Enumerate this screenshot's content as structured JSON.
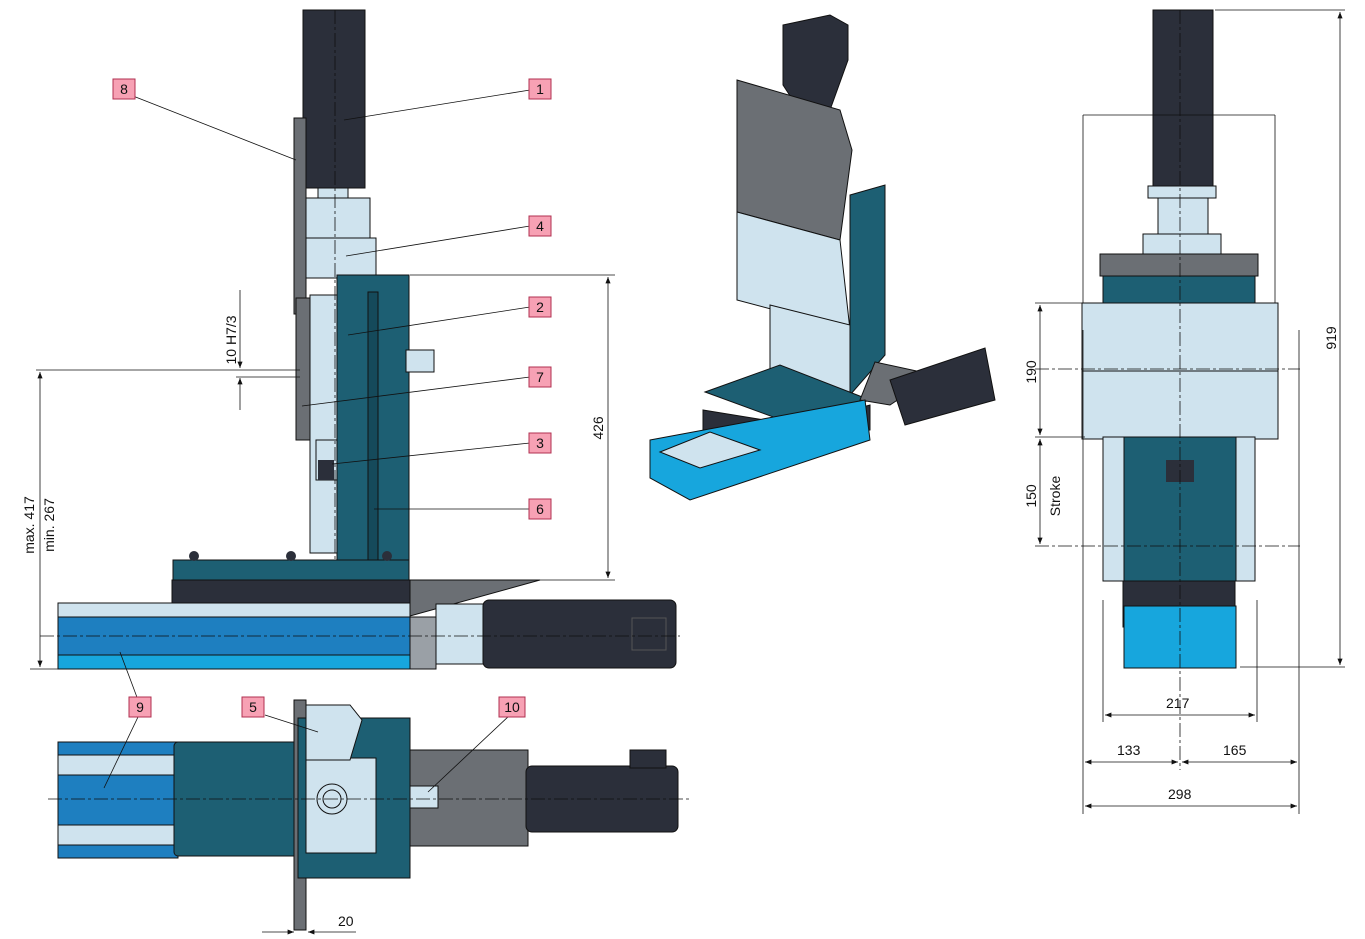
{
  "callouts": {
    "c1": "1",
    "c2": "2",
    "c3": "3",
    "c4": "4",
    "c5": "5",
    "c6": "6",
    "c7": "7",
    "c8": "8",
    "c9": "9",
    "c10": "10"
  },
  "dimensions": {
    "tolerance": "10 H7/3",
    "max_height": "max. 417",
    "min_height": "min. 267",
    "column_height": "426",
    "thickness": "20",
    "upper_block": "190",
    "stroke_value": "150",
    "stroke_label": "Stroke",
    "total_height": "919",
    "rail_width": "217",
    "left_offset": "133",
    "right_offset": "165",
    "total_width": "298"
  },
  "colors": {
    "motor": "#2b2f3a",
    "column": "#1d5f73",
    "column_dark": "#154a5b",
    "light_blue": "#cfe3ee",
    "rail_blue": "#1e7fc0",
    "rail_cyan": "#17a6dd",
    "slide_gray": "#6b6f74",
    "callout_bg": "#f7a1b4",
    "callout_border": "#b03050"
  }
}
